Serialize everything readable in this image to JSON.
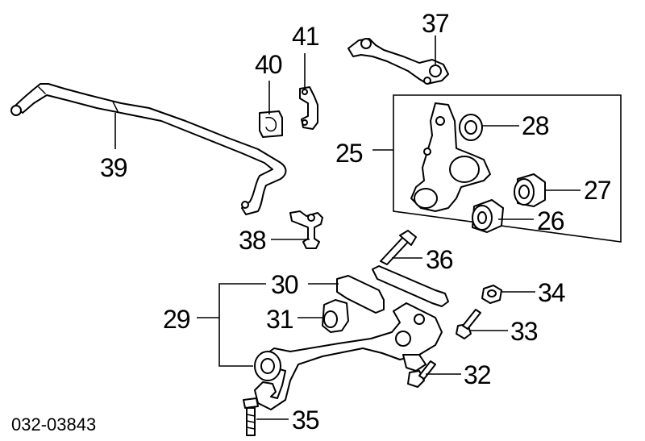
{
  "diagram_code": "032-03843",
  "callouts": {
    "p25": "25",
    "p26": "26",
    "p27": "27",
    "p28": "28",
    "p29": "29",
    "p30": "30",
    "p31": "31",
    "p32": "32",
    "p33": "33",
    "p34": "34",
    "p35": "35",
    "p36": "36",
    "p37": "37",
    "p38": "38",
    "p39": "39",
    "p40": "40",
    "p41": "41"
  },
  "colors": {
    "ink": "#000000",
    "paper": "#ffffff"
  }
}
